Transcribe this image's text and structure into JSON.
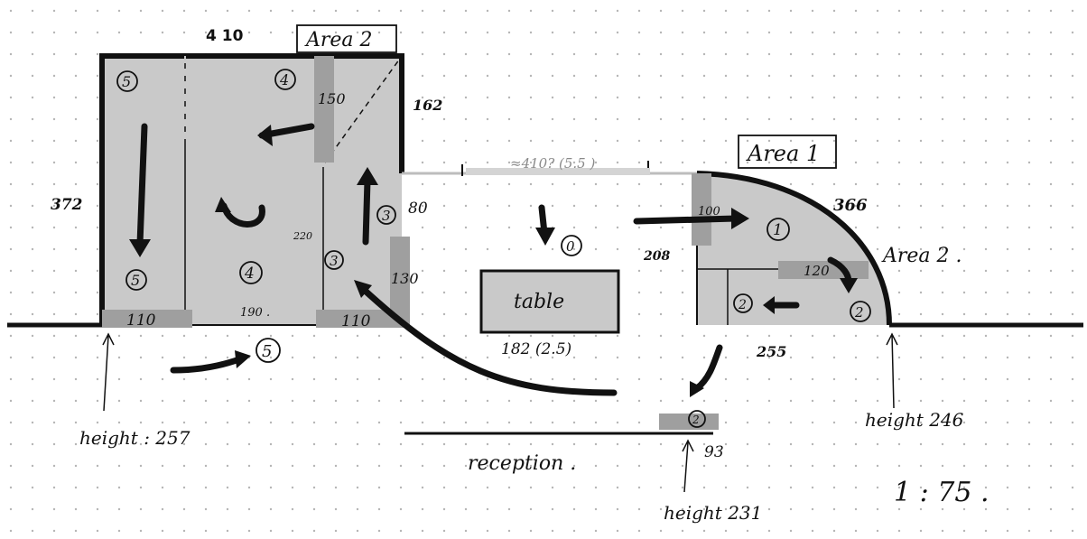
{
  "colors": {
    "ink": "#111111",
    "shade": "#c9c9c9",
    "tape": "#9f9f9f",
    "faint": "#8a8a8a",
    "dot": "#b5b5b5"
  },
  "labels": {
    "area2_top": "Area 2",
    "area1": "Area 1",
    "area2_right": "Area 2 .",
    "table": "table",
    "reception": "reception .",
    "scale": "1 : 75 ."
  },
  "dimensions": {
    "top_width": "4 10",
    "left_height": "372",
    "right_top": "162",
    "tape_150": "150",
    "inner_220": "220",
    "side_80": "80",
    "tape_130": "130",
    "bottom_110_left": "110",
    "bottom_190": "190 .",
    "bottom_110_right": "110",
    "corridor": "≈410? (5.5 )",
    "table_size": "182 (2.5)",
    "area1_100": "100",
    "area1_208": "208",
    "area1_120": "120",
    "arc_366": "366",
    "area1_255": "255",
    "reception_93": "93"
  },
  "heights": {
    "left": "height : 257",
    "right": "height 246",
    "reception": "height 231"
  },
  "markers": {
    "m0": "0",
    "m1": "1",
    "m2_area": "2",
    "m2_inner": "2",
    "m2_reception": "2",
    "m3_a": "3",
    "m3_b": "3",
    "m4_top": "4",
    "m4_mid": "4",
    "m5_tl": "5",
    "m5_bl": "5",
    "m5_bottom": "5"
  }
}
